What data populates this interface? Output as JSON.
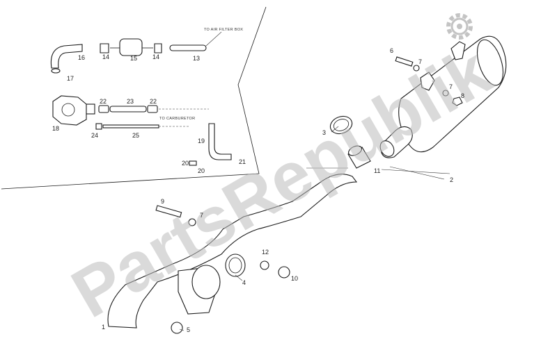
{
  "watermark": {
    "text": "PartsRepublik"
  },
  "notes": {
    "air_filter": "TO AIR FILTER BOX",
    "carburetor": "TO CARBURETOR"
  },
  "labels": {
    "p1": "1",
    "p2": "2",
    "p3": "3",
    "p4": "4",
    "p5": "5",
    "p6": "6",
    "p7a": "7",
    "p7b": "7",
    "p7c": "7",
    "p8": "8",
    "p9": "9",
    "p10": "10",
    "p11": "11",
    "p12": "12",
    "p13": "13",
    "p14a": "14",
    "p14b": "14",
    "p15": "15",
    "p16": "16",
    "p17": "17",
    "p18": "18",
    "p19": "19",
    "p20a": "20",
    "p20b": "20",
    "p21": "21",
    "p22a": "22",
    "p22b": "22",
    "p23": "23",
    "p24": "24",
    "p25": "25"
  },
  "icons": {
    "logo": "gear-icon"
  }
}
